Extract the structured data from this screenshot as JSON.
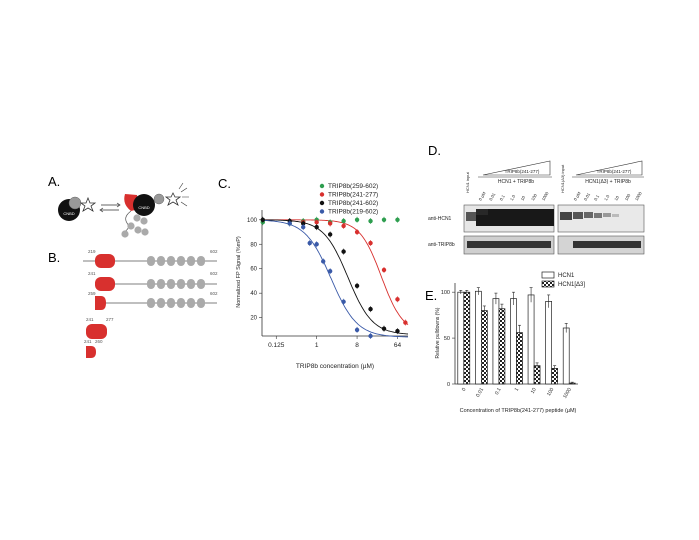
{
  "panels": {
    "a": {
      "letter": "A.",
      "chbd": [
        "CNBD",
        "CNBD"
      ]
    },
    "b": {
      "letter": "B.",
      "constructs": [
        {
          "start": "219",
          "end": "602"
        },
        {
          "start": "241",
          "end": "602"
        },
        {
          "start": "259",
          "end": "602"
        },
        {
          "start": "241",
          "end": "277"
        },
        {
          "start": "241",
          "end": "260"
        }
      ]
    },
    "c": {
      "letter": "C."
    },
    "d": {
      "letter": "D.",
      "left_group": {
        "input_label": "HCN1 input",
        "peptide": "TRIP8b(241-277)",
        "mix": "HCN1 + TRIP8b",
        "lanes": [
          "0 µM",
          "0.01",
          "0.1",
          "1.0",
          "10",
          "100",
          "1000"
        ]
      },
      "right_group": {
        "input_label": "HCN1(Δ3) input",
        "peptide": "TRIP8b(241-277)",
        "mix": "HCN1(Δ3) + TRIP8b",
        "lanes": [
          "0 µM",
          "0.01",
          "0.1",
          "1.0",
          "10",
          "100",
          "1000"
        ]
      },
      "blots": [
        "anti-HCN1",
        "anti-TRIP8b"
      ]
    },
    "e": {
      "letter": "E."
    }
  },
  "chart_data": [
    {
      "type": "scatter",
      "panel": "C",
      "title": "",
      "xlabel": "TRIP8b concentration (µM)",
      "ylabel": "Normalized FP Signal (%mP)",
      "xscale": "log2",
      "xlim": [
        0.06,
        110
      ],
      "ylim": [
        5,
        108
      ],
      "x_ticks": [
        0.125,
        1,
        8,
        64
      ],
      "x_tick_labels": [
        "0.125",
        "1",
        "8",
        "64"
      ],
      "y_ticks": [
        20,
        40,
        60,
        80,
        100
      ],
      "legend_position": "top-right",
      "series": [
        {
          "name": "TRIP8b(259-602)",
          "color": "#2e9e4f",
          "curve": false,
          "x": [
            0.0625,
            0.25,
            0.5,
            1,
            2,
            4,
            8,
            16,
            32,
            64
          ],
          "y": [
            98,
            97,
            99,
            100,
            98,
            99,
            100,
            99,
            100,
            100
          ]
        },
        {
          "name": "TRIP8b(241-277)",
          "color": "#d8302e",
          "curve": true,
          "ic50": 28,
          "hill": 1.8,
          "top": 100,
          "bottom": 7,
          "x": [
            0.5,
            1,
            2,
            4,
            8,
            16,
            32,
            64,
            96
          ],
          "y": [
            98,
            98,
            97,
            95,
            90,
            81,
            59,
            35,
            16
          ]
        },
        {
          "name": "TRIP8b(241-602)",
          "color": "#111111",
          "curve": true,
          "ic50": 5,
          "hill": 1.6,
          "top": 100,
          "bottom": 6,
          "x": [
            0.0625,
            0.25,
            0.5,
            1,
            2,
            4,
            8,
            16,
            32,
            64
          ],
          "y": [
            100,
            99,
            97,
            94,
            88,
            74,
            46,
            27,
            11,
            9
          ]
        },
        {
          "name": "TRIP8b(219-602)",
          "color": "#3a5aa8",
          "curve": true,
          "ic50": 2.1,
          "hill": 1.5,
          "top": 100,
          "bottom": 4,
          "x": [
            0.25,
            0.5,
            0.7,
            1,
            1.4,
            2,
            4,
            8,
            16
          ],
          "y": [
            97,
            94,
            81,
            80,
            66,
            58,
            33,
            10,
            5
          ]
        }
      ]
    },
    {
      "type": "bar",
      "panel": "E",
      "title": "",
      "xlabel": "Concentration of TRIP8b(241-277) peptide (µM)",
      "ylabel": "Relative pulldowns (%)",
      "categories": [
        "0",
        "0.01",
        "0.1",
        "1",
        "10",
        "100",
        "1000"
      ],
      "ylim": [
        0,
        110
      ],
      "y_ticks": [
        0,
        50,
        100
      ],
      "legend_position": "top-right",
      "series": [
        {
          "name": "HCN1",
          "fill": "open",
          "values": [
            100,
            101,
            93,
            93,
            97,
            90,
            61
          ],
          "errors": [
            2,
            4,
            6,
            7,
            8,
            7,
            5
          ]
        },
        {
          "name": "HCN1[Δ3]",
          "fill": "checker",
          "values": [
            100,
            80,
            82,
            56,
            20,
            17,
            1
          ],
          "errors": [
            2,
            5,
            5,
            8,
            3,
            3,
            1
          ]
        }
      ]
    }
  ]
}
